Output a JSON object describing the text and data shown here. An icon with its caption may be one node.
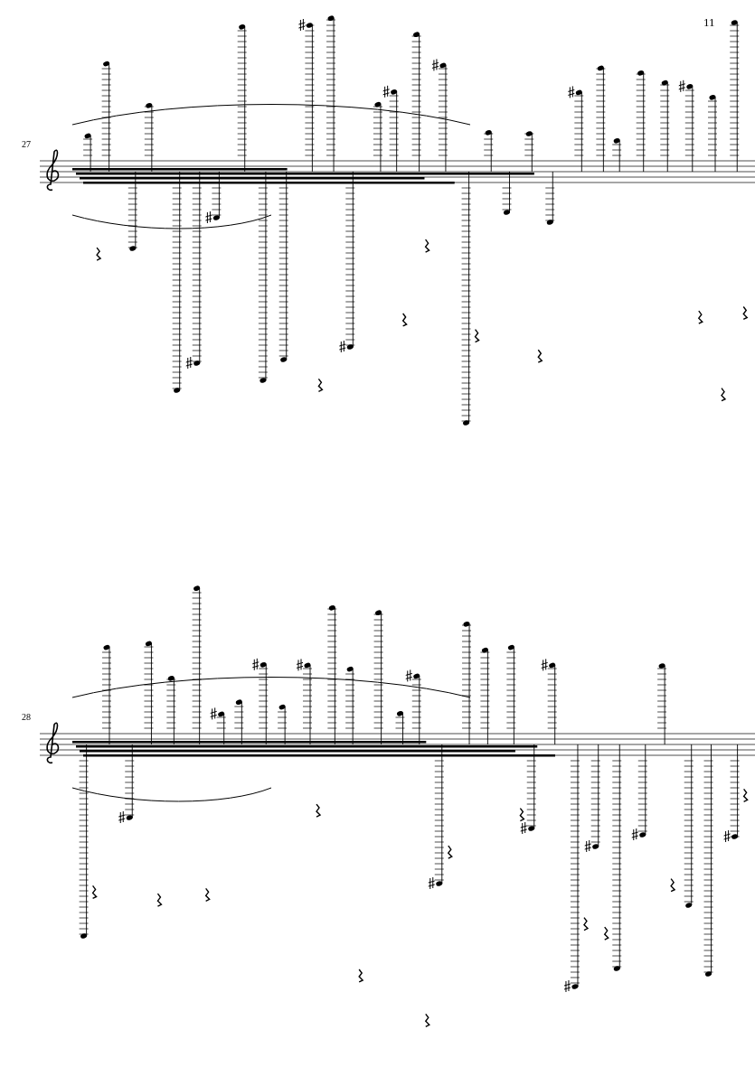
{
  "diagram": {
    "labels": [
      "11",
      "27",
      "28"
    ]
  }
}
